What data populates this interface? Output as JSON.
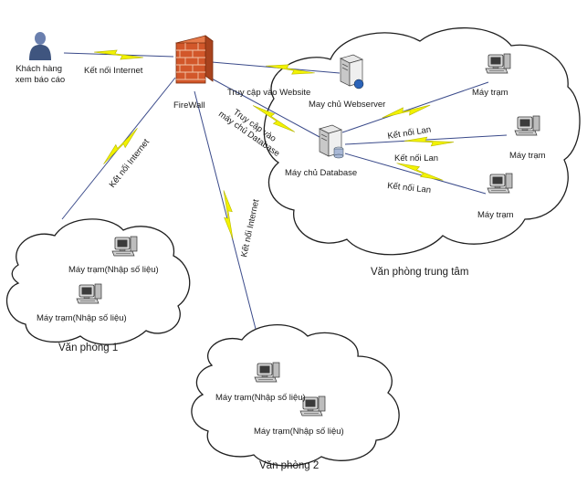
{
  "nodes": {
    "customer": "Khách hàng\nxem báo cáo",
    "firewall": "FireWall",
    "webserver": "May chủ Webserver",
    "database": "Máy chủ Database",
    "ws_top1": "Máy trạm",
    "ws_top2": "Máy trạm",
    "ws_top3": "Máy trạm",
    "o1_ws1": "Máy trạm(Nhập số liệu)",
    "o1_ws2": "Máy trạm(Nhập số liệu)",
    "o2_ws1": "Máy trạm(Nhập số liệu)",
    "o2_ws2": "Máy trạm(Nhập số liệu)"
  },
  "regions": {
    "central": "Văn phòng trung tâm",
    "office1": "Văn phòng 1",
    "office2": "Văn phòng 2"
  },
  "links": {
    "customer_fw": "Kết nối Internet",
    "fw_office1": "Kết nối Internet",
    "fw_office2": "Kết nối Internet",
    "fw_web": "Truy cập vào Website",
    "fw_db": "Truy cập vào\nmáy chủ Database",
    "db_ws1": "Kết nối Lan",
    "db_ws2": "Kết nối Lan",
    "db_ws3": "Kết nối Lan"
  },
  "colors": {
    "lightning": "#f2f200",
    "firewall": "#d2572a",
    "link": "#3a4a8a"
  },
  "icons": {
    "customer": "person-icon",
    "firewall": "firewall-icon",
    "server": "server-icon",
    "workstation": "workstation-icon"
  }
}
